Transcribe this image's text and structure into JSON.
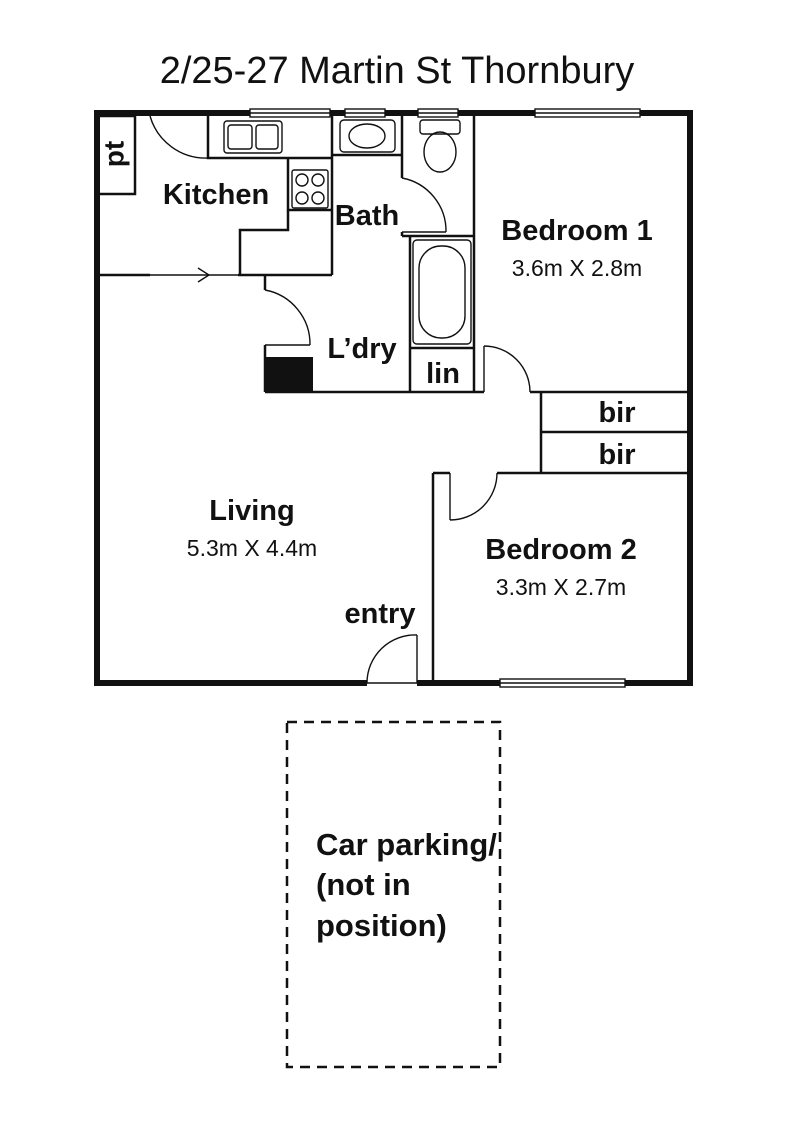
{
  "title": "2/25-27 Martin St Thornbury",
  "rooms": {
    "kitchen": {
      "name": "Kitchen"
    },
    "pantry": {
      "name": "pt"
    },
    "bath": {
      "name": "Bath"
    },
    "laundry": {
      "name": "L’dry"
    },
    "linen": {
      "name": "lin"
    },
    "bedroom1": {
      "name": "Bedroom 1",
      "size": "3.6m X 2.8m"
    },
    "bir1": {
      "name": "bir"
    },
    "bir2": {
      "name": "bir"
    },
    "living": {
      "name": "Living",
      "size": "5.3m X 4.4m"
    },
    "entry": {
      "name": "entry"
    },
    "bedroom2": {
      "name": "Bedroom 2",
      "size": "3.3m X 2.7m"
    }
  },
  "car_parking": {
    "line1": "Car parking/",
    "line2": "(not in",
    "line3": "position)"
  },
  "colors": {
    "ink": "#111111",
    "background": "#ffffff"
  }
}
